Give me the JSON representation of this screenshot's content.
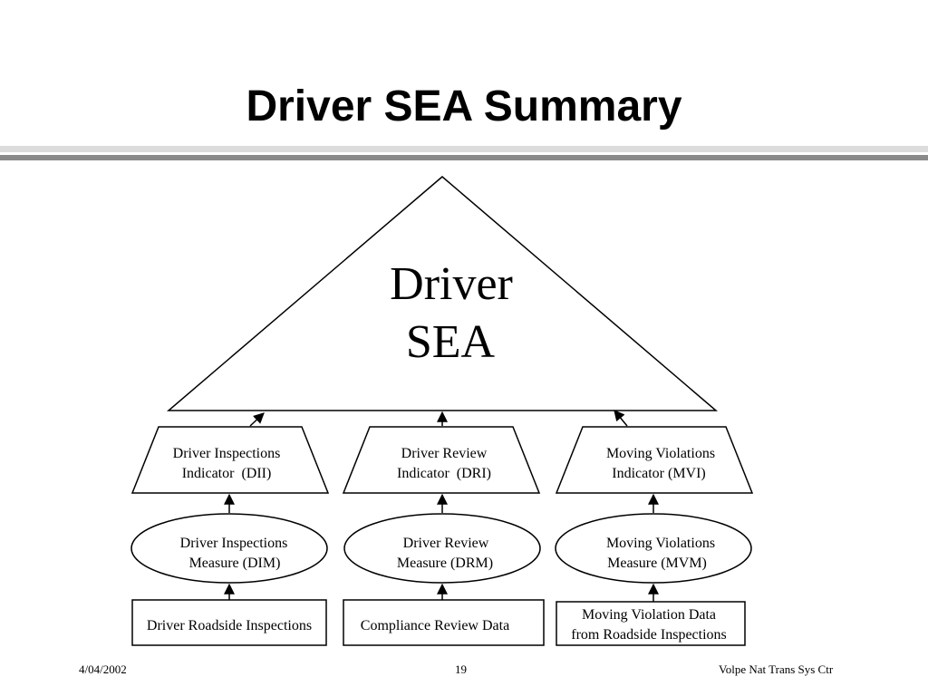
{
  "slide": {
    "title": "Driver SEA Summary"
  },
  "diagram": {
    "apex": {
      "line1": "Driver",
      "line2": "SEA"
    },
    "indicators": [
      {
        "line1": "Driver Inspections",
        "line2": "Indicator  (DII)"
      },
      {
        "line1": "Driver Review",
        "line2": "Indicator  (DRI)"
      },
      {
        "line1": "Moving Violations",
        "line2": "Indicator (MVI)"
      }
    ],
    "measures": [
      {
        "line1": "Driver Inspections",
        "line2": "Measure (DIM)"
      },
      {
        "line1": "Driver Review",
        "line2": "Measure (DRM)"
      },
      {
        "line1": "Moving Violations",
        "line2": "Measure (MVM)"
      }
    ],
    "data_sources": [
      {
        "line1": "Driver Roadside Inspections",
        "line2": ""
      },
      {
        "line1": "Compliance Review Data",
        "line2": ""
      },
      {
        "line1": "Moving Violation Data",
        "line2": "from Roadside Inspections"
      }
    ]
  },
  "footer": {
    "date": "4/04/2002",
    "page": "19",
    "org": "Volpe Nat Trans Sys Ctr"
  }
}
